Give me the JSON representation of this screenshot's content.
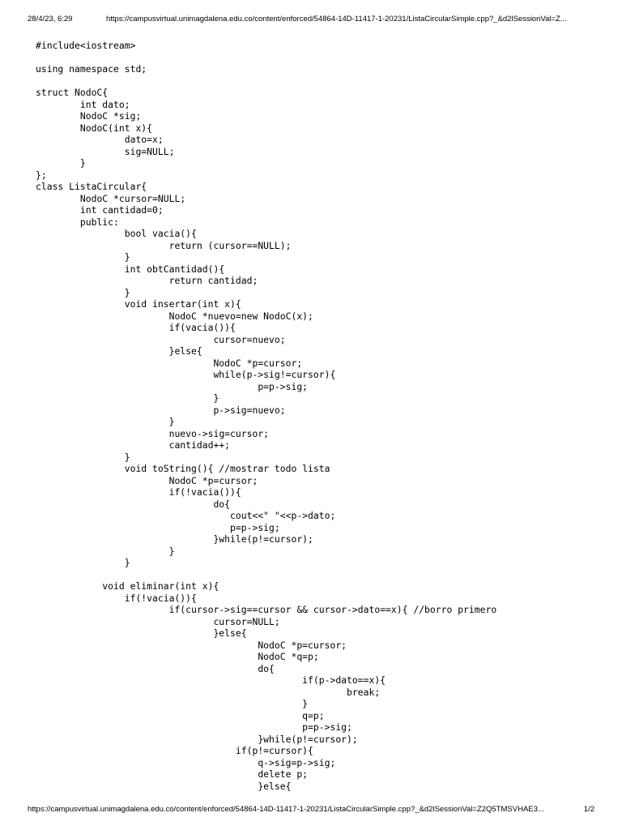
{
  "header": {
    "date": "28/4/23, 6:29",
    "url": "https://campusvirtual.unimagdalena.edu.co/content/enforced/54864-14D-11417-1-20231/ListaCircularSimple.cpp?_&d2lSessionVal=Z..."
  },
  "code_lines": [
    "#include<iostream>",
    "",
    "using namespace std;",
    "",
    "struct NodoC{",
    "\tint dato;",
    "\tNodoC *sig;",
    "\tNodoC(int x){",
    "\t\tdato=x;",
    "\t\tsig=NULL;",
    "\t}",
    "};",
    "class ListaCircular{",
    "\tNodoC *cursor=NULL;",
    "\tint cantidad=0;",
    "\tpublic:",
    "\t\tbool vacia(){",
    "\t\t\treturn (cursor==NULL);",
    "\t\t}",
    "\t\tint obtCantidad(){",
    "\t\t\treturn cantidad;",
    "\t\t}",
    "\t\tvoid insertar(int x){",
    "\t\t\tNodoC *nuevo=new NodoC(x);",
    "\t\t\tif(vacia()){",
    "\t\t\t\tcursor=nuevo;",
    "\t\t\t}else{",
    "\t\t\t\tNodoC *p=cursor;",
    "\t\t\t\twhile(p->sig!=cursor){",
    "\t\t\t\t\tp=p->sig;",
    "\t\t\t\t}",
    "\t\t\t\tp->sig=nuevo;",
    "\t\t\t}",
    "\t\t\tnuevo->sig=cursor;",
    "\t\t\tcantidad++;",
    "\t\t}",
    "\t\tvoid toString(){ //mostrar todo lista",
    "\t\t\tNodoC *p=cursor;",
    "\t\t\tif(!vacia()){",
    "\t\t\t\tdo{",
    "\t\t\t\t   cout<<\" \"<<p->dato;",
    "\t\t\t\t   p=p->sig;",
    "\t\t\t\t}while(p!=cursor);",
    "\t\t\t}",
    "\t\t}",
    "",
    "\t    void eliminar(int x){",
    "\t\tif(!vacia()){",
    "\t\t\tif(cursor->sig==cursor && cursor->dato==x){ //borro primero",
    "\t\t\t\tcursor=NULL;",
    "\t\t\t\t}else{",
    "\t\t\t\t\tNodoC *p=cursor;",
    "\t\t\t\t\tNodoC *q=p;",
    "\t\t\t\t\tdo{",
    "\t\t\t\t\t\tif(p->dato==x){",
    "\t\t\t\t\t\t\tbreak;",
    "\t\t\t\t\t\t}",
    "\t\t\t\t\t\tq=p;",
    "\t\t\t\t\t\tp=p->sig;",
    "\t\t\t\t\t}while(p!=cursor);",
    "\t\t\t\t    if(p!=cursor){",
    "\t\t\t\t\tq->sig=p->sig;",
    "\t\t\t\t\tdelete p;",
    "\t\t\t\t\t}else{"
  ],
  "footer": {
    "url": "https://campusvirtual.unimagdalena.edu.co/content/enforced/54864-14D-11417-1-20231/ListaCircularSimple.cpp?_&d2lSessionVal=Z2Q5TMSVHAE3...",
    "page": "1/2"
  }
}
